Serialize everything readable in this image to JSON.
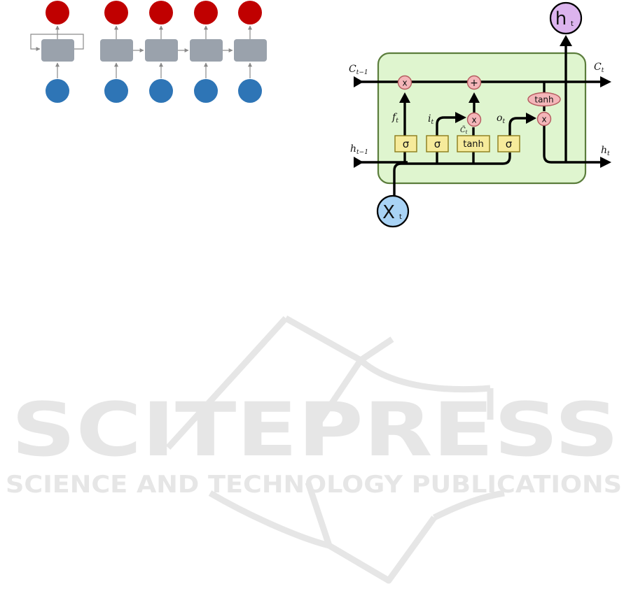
{
  "watermark": {
    "title": "SCITEPRESS",
    "subtitle": "SCIENCE AND TECHNOLOGY PUBLICATIONS",
    "color": "#e6e6e6"
  },
  "colors": {
    "output_node": "#c00000",
    "input_node": "#2e75b6",
    "rnn_cell": "#9aa2ac",
    "rnn_arrow": "#8a8a8a",
    "cell_fill": "#dff5cf",
    "cell_border": "#5b7d3c",
    "gate_fill": "#f6eb9b",
    "gate_border": "#8b7b1b",
    "op_fill": "#f4b6b9",
    "op_border": "#b45a5e",
    "ht_fill": "#dcb4ee",
    "xt_fill": "#a9d3f5"
  },
  "lstm": {
    "cell_state_in": {
      "main": "C",
      "sub": "t−1"
    },
    "cell_state_out": {
      "main": "C",
      "sub": "t"
    },
    "hidden_in": {
      "main": "h",
      "sub": "t−1"
    },
    "hidden_out": {
      "main": "h",
      "sub": "t"
    },
    "forget_label": {
      "main": "f",
      "sub": "t"
    },
    "input_label": {
      "main": "i",
      "sub": "t"
    },
    "candidate_label": {
      "main": "C̃",
      "sub": "t"
    },
    "output_label": {
      "main": "o",
      "sub": "t"
    },
    "sigma": "σ",
    "tanh": "tanh",
    "times": "x",
    "plus": "+",
    "ht_node": {
      "main": "h",
      "sub": "t"
    },
    "xt_node": {
      "main": "X",
      "sub": "t"
    }
  }
}
